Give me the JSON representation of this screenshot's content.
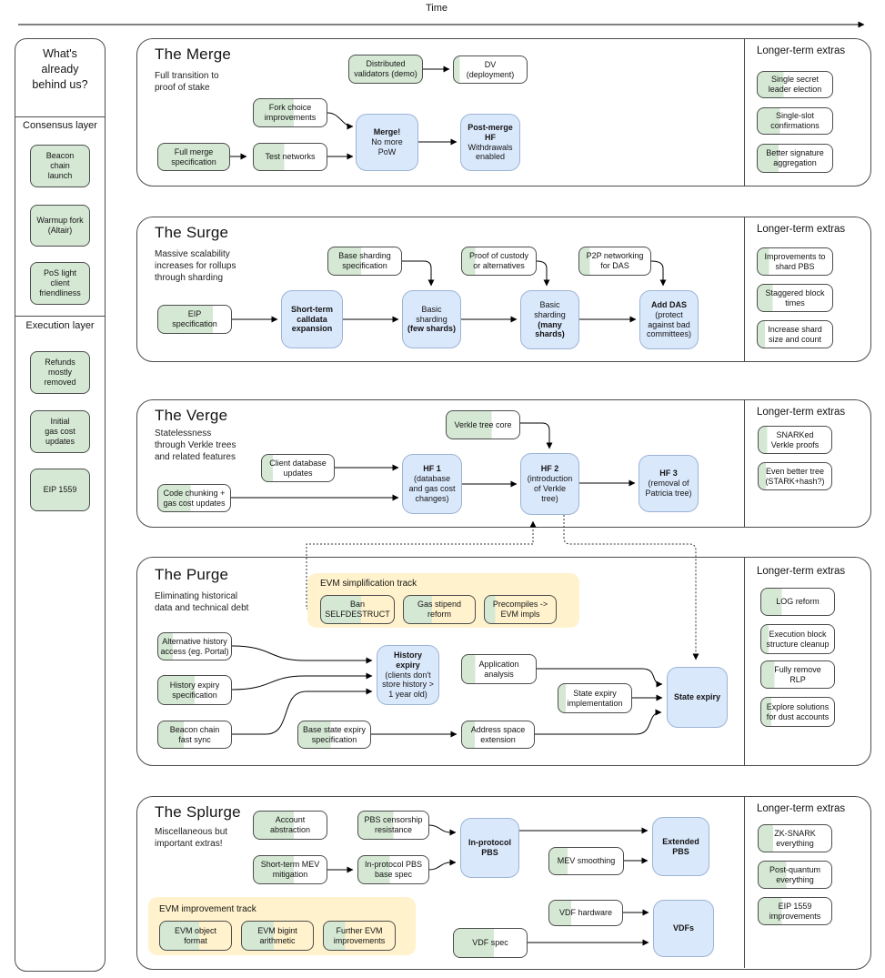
{
  "palette": {
    "done_green": "#d5e8d4",
    "milestone_blue": "#dae8fc",
    "track_yellow": "#fff2cc",
    "border_dark": "#4d4d4d",
    "border_blue": "#9cb3d4"
  },
  "time_axis": {
    "label": "Time"
  },
  "sidebar": {
    "title_lines": [
      "What's",
      "already",
      "behind us?"
    ],
    "groups": [
      {
        "label": "Consensus layer",
        "items": [
          {
            "id": "beacon-chain-launch",
            "type": "done",
            "lines": [
              "Beacon",
              "chain",
              "launch"
            ]
          },
          {
            "id": "warmup-fork-altair",
            "type": "done",
            "lines": [
              "Warmup fork",
              "(Altair)"
            ]
          },
          {
            "id": "pos-light-client-friendliness",
            "type": "done",
            "lines": [
              "PoS light",
              "client",
              "friendliness"
            ]
          }
        ]
      },
      {
        "label": "Execution layer",
        "items": [
          {
            "id": "refunds-mostly-removed",
            "type": "done",
            "lines": [
              "Refunds",
              "mostly",
              "removed"
            ]
          },
          {
            "id": "initial-gas-cost-updates",
            "type": "done",
            "lines": [
              "Initial",
              "gas cost",
              "updates"
            ]
          },
          {
            "id": "eip-1559",
            "type": "done",
            "lines": [
              "EIP 1559"
            ]
          }
        ]
      }
    ]
  },
  "sections": [
    {
      "key": "merge",
      "title": "The Merge",
      "subtitle_lines": [
        "Full transition to",
        "proof of stake"
      ],
      "extras_title": "Longer-term extras",
      "nodes": [
        {
          "id": "distributed-validators-demo",
          "type": "done",
          "progress": 1,
          "lines": [
            "Distributed",
            "validators (demo)"
          ]
        },
        {
          "id": "dv-deployment",
          "type": "progress",
          "progress": 0.08,
          "lines": [
            "DV",
            "(deployment)"
          ]
        },
        {
          "id": "fork-choice-improvements",
          "type": "progress",
          "progress": 0.55,
          "lines": [
            "Fork choice",
            "improvements"
          ]
        },
        {
          "id": "full-merge-specification",
          "type": "done",
          "progress": 1,
          "lines": [
            "Full merge",
            "specification"
          ]
        },
        {
          "id": "test-networks",
          "type": "progress",
          "progress": 0.42,
          "lines": [
            "Test networks"
          ]
        },
        {
          "id": "merge-milestone",
          "type": "milestone",
          "lines": [
            {
              "t": "Merge!",
              "b": true
            },
            "No more",
            "PoW"
          ]
        },
        {
          "id": "post-merge-hf",
          "type": "milestone",
          "lines": [
            {
              "t": "Post-merge",
              "b": true
            },
            {
              "t": "HF",
              "b": true
            },
            "Withdrawals",
            "enabled"
          ]
        }
      ],
      "extras": [
        {
          "id": "single-secret-leader-election",
          "type": "progress",
          "progress": 0.35,
          "lines": [
            "Single secret",
            "leader election"
          ]
        },
        {
          "id": "single-slot-confirmations",
          "type": "progress",
          "progress": 0.3,
          "lines": [
            "Single-slot",
            "confirmations"
          ]
        },
        {
          "id": "better-signature-aggregation",
          "type": "progress",
          "progress": 0.28,
          "lines": [
            "Better signature",
            "aggregation"
          ]
        }
      ]
    },
    {
      "key": "surge",
      "title": "The Surge",
      "subtitle_lines": [
        "Massive scalability",
        "increases for rollups",
        "through sharding"
      ],
      "extras_title": "Longer-term extras",
      "nodes": [
        {
          "id": "base-sharding-specification",
          "type": "progress",
          "progress": 0.45,
          "lines": [
            "Base sharding",
            "specification"
          ]
        },
        {
          "id": "proof-of-custody-or-alternatives",
          "type": "progress",
          "progress": 0.18,
          "lines": [
            "Proof of custody",
            "or alternatives"
          ]
        },
        {
          "id": "p2p-networking-for-das",
          "type": "progress",
          "progress": 0.15,
          "lines": [
            "P2P networking",
            "for DAS"
          ]
        },
        {
          "id": "eip-specification",
          "type": "progress",
          "progress": 0.75,
          "lines": [
            "EIP",
            "specification"
          ]
        },
        {
          "id": "short-term-calldata-expansion",
          "type": "milestone",
          "lines": [
            {
              "t": "Short-term",
              "b": true
            },
            {
              "t": "calldata",
              "b": true
            },
            {
              "t": "expansion",
              "b": true
            }
          ]
        },
        {
          "id": "basic-sharding-few-shards",
          "type": "milestone",
          "lines": [
            "Basic",
            "sharding",
            {
              "t": "(few shards)",
              "b": true
            }
          ]
        },
        {
          "id": "basic-sharding-many-shards",
          "type": "milestone",
          "lines": [
            "Basic",
            "sharding",
            {
              "t": "(many",
              "b": true
            },
            {
              "t": "shards)",
              "b": true
            }
          ]
        },
        {
          "id": "add-das",
          "type": "milestone",
          "lines": [
            {
              "t": "Add DAS",
              "b": true
            },
            "(protect",
            "against bad",
            "committees)"
          ]
        }
      ],
      "extras": [
        {
          "id": "improvements-to-shard-pbs",
          "type": "progress",
          "progress": 0.15,
          "lines": [
            "Improvements to",
            "shard PBS"
          ]
        },
        {
          "id": "staggered-block-times",
          "type": "progress",
          "progress": 0.2,
          "lines": [
            "Staggered block",
            "times"
          ]
        },
        {
          "id": "increase-shard-size-and-count",
          "type": "progress",
          "progress": 0.1,
          "lines": [
            "Increase shard",
            "size and count"
          ]
        }
      ]
    },
    {
      "key": "verge",
      "title": "The Verge",
      "subtitle_lines": [
        "Statelessness",
        "through Verkle trees",
        "and related features"
      ],
      "extras_title": "Longer-term extras",
      "nodes": [
        {
          "id": "verkle-tree-core",
          "type": "progress",
          "progress": 0.62,
          "lines": [
            "Verkle tree core"
          ]
        },
        {
          "id": "client-database-updates",
          "type": "progress",
          "progress": 0.15,
          "lines": [
            "Client database",
            "updates"
          ]
        },
        {
          "id": "code-chunking-gas-cost-updates",
          "type": "progress",
          "progress": 0.45,
          "lines": [
            "Code chunking +",
            "gas cost updates"
          ]
        },
        {
          "id": "hf1-database-gas-cost-changes",
          "type": "milestone",
          "lines": [
            {
              "t": "HF 1",
              "b": true
            },
            "(database",
            "and gas cost",
            "changes)"
          ]
        },
        {
          "id": "hf2-introduction-of-verkle-tree",
          "type": "milestone",
          "lines": [
            {
              "t": "HF 2",
              "b": true
            },
            "(introduction",
            "of Verkle",
            "tree)"
          ]
        },
        {
          "id": "hf3-removal-of-patricia-tree",
          "type": "milestone",
          "lines": [
            {
              "t": "HF 3",
              "b": true
            },
            "(removal of",
            "Patricia tree)"
          ]
        }
      ],
      "extras": [
        {
          "id": "snarked-verkle-proofs",
          "type": "progress",
          "progress": 0.12,
          "lines": [
            "SNARKed",
            "Verkle proofs"
          ]
        },
        {
          "id": "even-better-tree-stark-hash",
          "type": "progress",
          "progress": 0.1,
          "lines": [
            "Even better tree",
            "(STARK+hash?)"
          ]
        }
      ]
    },
    {
      "key": "purge",
      "title": "The Purge",
      "subtitle_lines": [
        "Eliminating historical",
        "data and technical debt"
      ],
      "extras_title": "Longer-term extras",
      "track": {
        "label": "EVM simplification track",
        "items": [
          {
            "id": "ban-selfdestruct",
            "type": "track_item",
            "progress": 0.55,
            "lines": [
              "Ban",
              "SELFDESTRUCT"
            ]
          },
          {
            "id": "gas-stipend-reform",
            "type": "track_item",
            "progress": 0.4,
            "lines": [
              "Gas stipend",
              "reform"
            ]
          },
          {
            "id": "precompiles-to-evm-impls",
            "type": "track_item",
            "progress": 0.15,
            "lines": [
              "Precompiles ->",
              "EVM impls"
            ]
          }
        ]
      },
      "nodes": [
        {
          "id": "alternative-history-access",
          "type": "progress",
          "progress": 0.2,
          "lines": [
            "Alternative history",
            "access (eg. Portal)"
          ]
        },
        {
          "id": "history-expiry-specification",
          "type": "progress",
          "progress": 0.5,
          "lines": [
            "History expiry",
            "specification"
          ]
        },
        {
          "id": "beacon-chain-fast-sync",
          "type": "progress",
          "progress": 0.35,
          "lines": [
            "Beacon chain",
            "fast sync"
          ]
        },
        {
          "id": "history-expiry-milestone",
          "type": "milestone",
          "lines": [
            {
              "t": "History",
              "b": true
            },
            {
              "t": "expiry",
              "b": true
            },
            "(clients don't",
            "store history >",
            "1 year old)"
          ]
        },
        {
          "id": "application-analysis",
          "type": "progress",
          "progress": 0.18,
          "lines": [
            "Application",
            "analysis"
          ]
        },
        {
          "id": "base-state-expiry-specification",
          "type": "progress",
          "progress": 0.45,
          "lines": [
            "Base state expiry",
            "specification"
          ]
        },
        {
          "id": "address-space-extension",
          "type": "progress",
          "progress": 0.18,
          "lines": [
            "Address space",
            "extension"
          ]
        },
        {
          "id": "state-expiry-implementation",
          "type": "progress",
          "progress": 0.1,
          "lines": [
            "State expiry",
            "implementation"
          ]
        },
        {
          "id": "state-expiry-milestone",
          "type": "milestone",
          "lines": [
            {
              "t": "State expiry",
              "b": true
            }
          ]
        }
      ],
      "extras": [
        {
          "id": "log-reform",
          "type": "progress",
          "progress": 0.28,
          "lines": [
            "LOG reform"
          ]
        },
        {
          "id": "execution-block-structure-cleanup",
          "type": "progress",
          "progress": 0.1,
          "lines": [
            "Execution block",
            "structure cleanup"
          ]
        },
        {
          "id": "fully-remove-rlp",
          "type": "progress",
          "progress": 0.18,
          "lines": [
            "Fully remove",
            "RLP"
          ]
        },
        {
          "id": "explore-solutions-for-dust-accounts",
          "type": "progress",
          "progress": 0.14,
          "lines": [
            "Explore solutions",
            "for dust accounts"
          ]
        }
      ]
    },
    {
      "key": "splurge",
      "title": "The Splurge",
      "subtitle_lines": [
        "Miscellaneous but",
        "important extras!"
      ],
      "extras_title": "Longer-term extras",
      "track": {
        "label": "EVM improvement track",
        "items": [
          {
            "id": "evm-object-format",
            "type": "track_item",
            "progress": 0.55,
            "lines": [
              "EVM object",
              "format"
            ]
          },
          {
            "id": "evm-bigint-arithmetic",
            "type": "track_item",
            "progress": 0.45,
            "lines": [
              "EVM bigint",
              "arithmetic"
            ]
          },
          {
            "id": "further-evm-improvements",
            "type": "track_item",
            "progress": 0.3,
            "lines": [
              "Further EVM",
              "improvements"
            ]
          }
        ]
      },
      "nodes": [
        {
          "id": "account-abstraction",
          "type": "progress",
          "progress": 0.55,
          "lines": [
            "Account",
            "abstraction"
          ]
        },
        {
          "id": "pbs-censorship-resistance",
          "type": "progress",
          "progress": 0.5,
          "lines": [
            "PBS censorship",
            "resistance"
          ]
        },
        {
          "id": "short-term-mev-mitigation",
          "type": "progress",
          "progress": 0.55,
          "lines": [
            "Short-term MEV",
            "mitigation"
          ]
        },
        {
          "id": "in-protocol-pbs-base-spec",
          "type": "progress",
          "progress": 0.45,
          "lines": [
            "In-protocol PBS",
            "base spec"
          ]
        },
        {
          "id": "in-protocol-pbs-milestone",
          "type": "milestone",
          "lines": [
            {
              "t": "In-protocol",
              "b": true
            },
            {
              "t": "PBS",
              "b": true
            }
          ]
        },
        {
          "id": "mev-smoothing",
          "type": "progress",
          "progress": 0.25,
          "lines": [
            "MEV smoothing"
          ]
        },
        {
          "id": "extended-pbs-milestone",
          "type": "milestone",
          "lines": [
            {
              "t": "Extended",
              "b": true
            },
            {
              "t": "PBS",
              "b": true
            }
          ]
        },
        {
          "id": "vdf-hardware",
          "type": "progress",
          "progress": 0.3,
          "lines": [
            "VDF hardware"
          ]
        },
        {
          "id": "vdf-spec",
          "type": "progress",
          "progress": 0.55,
          "lines": [
            "VDF spec"
          ]
        },
        {
          "id": "vdfs-milestone",
          "type": "milestone",
          "lines": [
            {
              "t": "VDFs",
              "b": true
            }
          ]
        }
      ],
      "extras": [
        {
          "id": "zk-snark-everything",
          "type": "progress",
          "progress": 0.2,
          "lines": [
            "ZK-SNARK",
            "everything"
          ]
        },
        {
          "id": "post-quantum-everything",
          "type": "progress",
          "progress": 0.38,
          "lines": [
            "Post-quantum",
            "everything"
          ]
        },
        {
          "id": "eip-1559-improvements",
          "type": "progress",
          "progress": 0.32,
          "lines": [
            "EIP 1559",
            "improvements"
          ]
        }
      ]
    }
  ]
}
